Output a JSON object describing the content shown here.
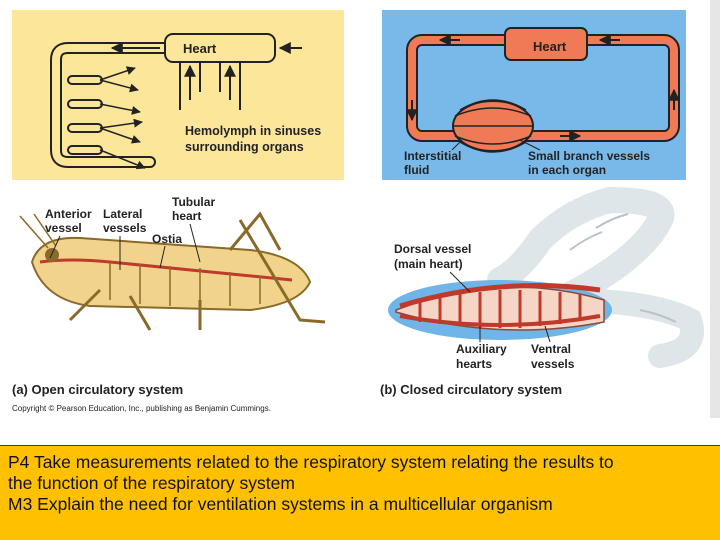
{
  "figure": {
    "open_schematic": {
      "heart": "Heart",
      "sinus_label_1": "Hemolymph in sinuses",
      "sinus_label_2": "surrounding organs"
    },
    "closed_schematic": {
      "heart": "Heart",
      "interstitial_1": "Interstitial",
      "interstitial_2": "fluid",
      "small_vessels_1": "Small branch vessels",
      "small_vessels_2": "in each organ"
    },
    "grasshopper": {
      "anterior_1": "Anterior",
      "anterior_2": "vessel",
      "lateral_1": "Lateral",
      "lateral_2": "vessels",
      "tubular_1": "Tubular",
      "tubular_2": "heart",
      "ostia": "Ostia"
    },
    "earthworm": {
      "dorsal_1": "Dorsal vessel",
      "dorsal_2": "(main heart)",
      "auxiliary_1": "Auxiliary",
      "auxiliary_2": "hearts",
      "ventral_1": "Ventral",
      "ventral_2": "vessels"
    },
    "caption_a": "(a) Open circulatory system",
    "caption_b": "(b) Closed circulatory system",
    "copyright": "Copyright © Pearson Education, Inc., publishing as Benjamin Cummings.",
    "colors": {
      "open_panel": "#fbe69a",
      "closed_panel": "#79b9ea",
      "vessel_fill": "#f07a55",
      "task_box": "#ffc000"
    }
  },
  "task": {
    "line1": "P4 Take measurements related to the respiratory system relating the results to",
    "line2": "the function of the respiratory system",
    "line3": "M3 Explain the need for ventilation systems in a multicellular organism"
  }
}
